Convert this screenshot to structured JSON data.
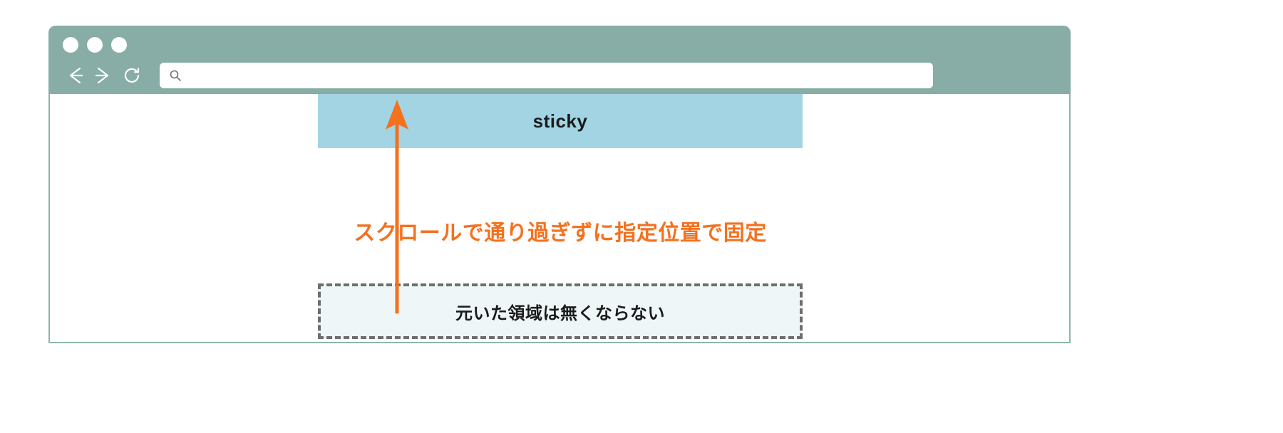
{
  "browser": {
    "traffic_lights": [
      "close",
      "minimize",
      "maximize"
    ],
    "nav": {
      "back_label": "←",
      "forward_label": "→",
      "reload_label": "⟳"
    },
    "address_bar": {
      "value": "",
      "placeholder": "",
      "search_icon": "search-icon"
    }
  },
  "page": {
    "sticky_element": {
      "label": "sticky",
      "background": "#a2d4e3"
    },
    "caption": {
      "text": "スクロールで通り過ぎずに指定位置で固定",
      "color": "#f4711f"
    },
    "placeholder_element": {
      "label": "元いた領域は無くならない",
      "background": "#eef6f8",
      "border_color": "#6e6e6e"
    },
    "arrow": {
      "direction": "up",
      "color": "#f4711f"
    }
  },
  "colors": {
    "chrome": "#87ada6",
    "sticky": "#a2d4e3",
    "accent": "#f4711f",
    "placeholder_fill": "#eef6f8"
  }
}
